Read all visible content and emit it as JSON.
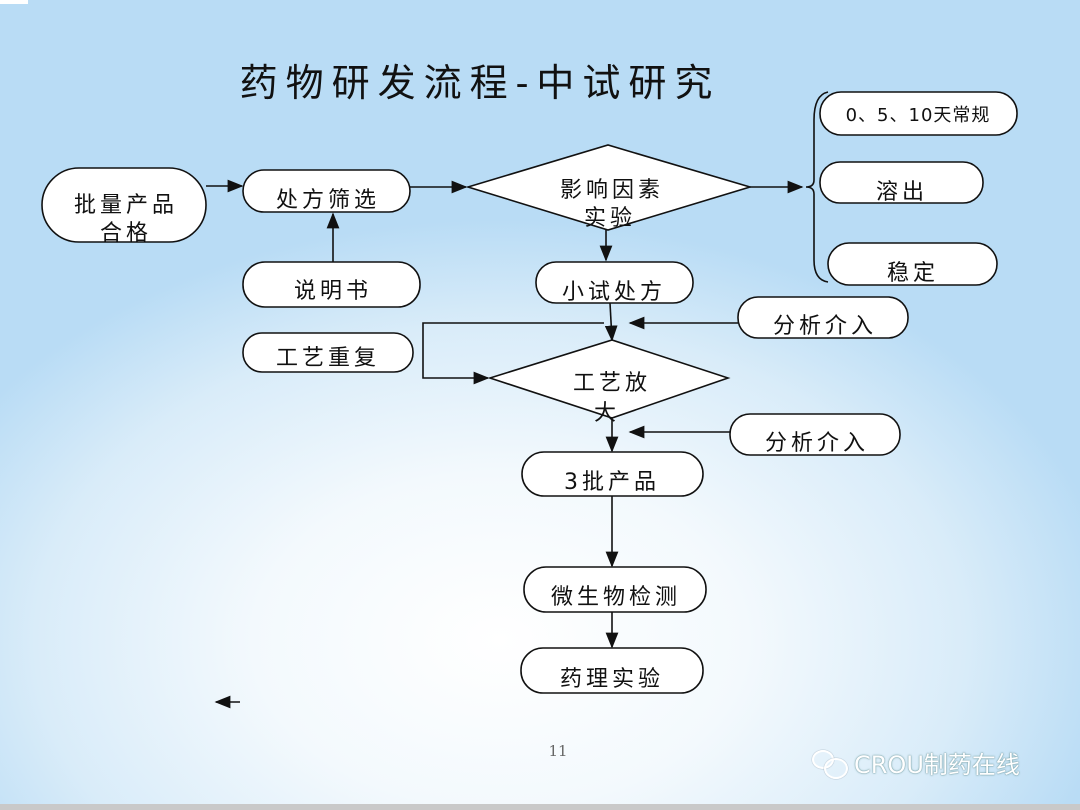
{
  "title": "药物研发流程-中试研究",
  "nodes": {
    "batch_qualified": [
      "批量产品",
      "合格"
    ],
    "formula_screening": "处方筛选",
    "instructions": "说明书",
    "influence_factor": [
      "影响因素",
      "实验"
    ],
    "regular_test": "0、5、10天常规",
    "dissolution": "溶出",
    "stability": "稳定",
    "small_trial": "小试处方",
    "process_repeat": "工艺重复",
    "analysis_1": "分析介入",
    "scale_up": [
      "工艺放",
      "大"
    ],
    "analysis_2": "分析介入",
    "three_batches": "3批产品",
    "microbial": "微生物检测",
    "pharmacology": "药理实验"
  },
  "page_number": "11",
  "watermark": "CROU制药在线"
}
